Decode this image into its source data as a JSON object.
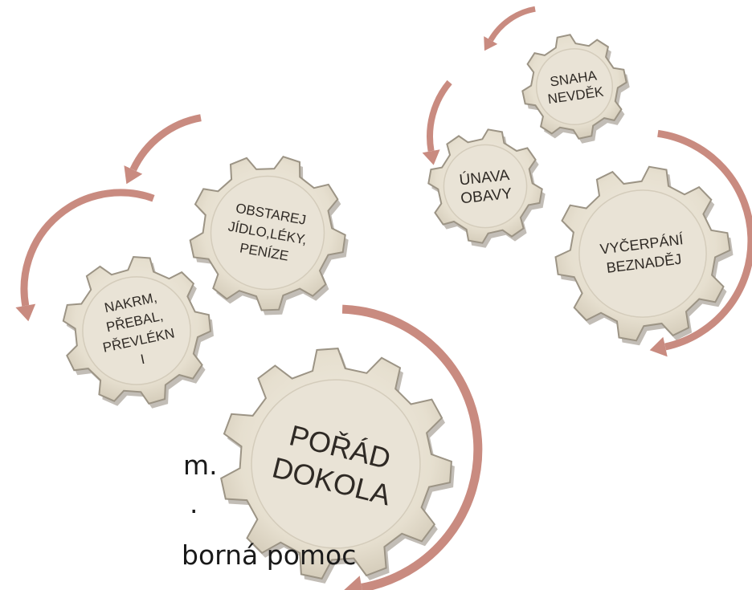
{
  "gears": [
    {
      "id": "snaha",
      "lines": [
        "SNAHA",
        "NEVDĚK"
      ]
    },
    {
      "id": "unava",
      "lines": [
        "ÚNAVA",
        "OBAVY"
      ]
    },
    {
      "id": "vycerpani",
      "lines": [
        "VYČERPÁNÍ",
        "BEZNADĚJ"
      ]
    },
    {
      "id": "obstarej",
      "lines": [
        "OBSTAREJ",
        "JÍDLO,LÉKY,",
        "PENÍZE"
      ]
    },
    {
      "id": "nakrm",
      "lines": [
        "NAKRM,",
        "PŘEBAL,",
        "PŘEVLÉKN",
        "I"
      ]
    },
    {
      "id": "porad",
      "lines": [
        "POŘÁD",
        "DOKOLA"
      ]
    }
  ],
  "background_text": [
    "m.",
    ".",
    "borná pomoc"
  ],
  "colors": {
    "gear_face": "#e9e3d6",
    "gear_edge": "#9c9485",
    "arrow": "#c98b80",
    "text": "#2f2a25"
  }
}
